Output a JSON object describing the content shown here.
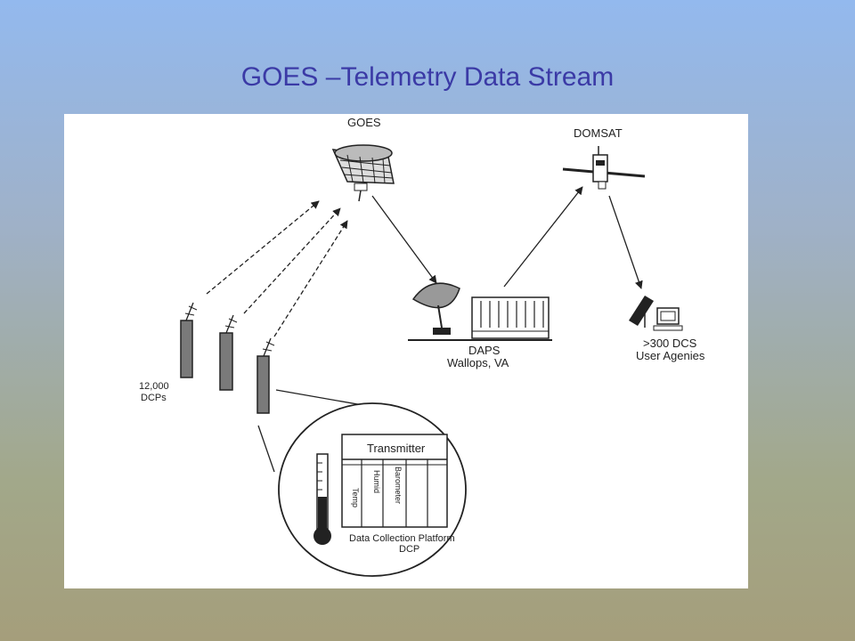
{
  "slide": {
    "title": "GOES –Telemetry Data Stream"
  },
  "diagram": {
    "goes_label": "GOES",
    "domsat_label": "DOMSAT",
    "dcp_count_line1": "12,000",
    "dcp_count_line2": "DCPs",
    "daps_line1": "DAPS",
    "daps_line2": "Wallops, VA",
    "users_line1": ">300 DCS",
    "users_line2": "User Agenies",
    "transmitter_label": "Transmitter",
    "sensors": [
      "Temp",
      "Humid",
      "Barometer"
    ],
    "platform_line1": "Data Collection Platform",
    "platform_line2": "DCP"
  },
  "colors": {
    "title": "#3b3aa6",
    "panel": "#ffffff",
    "ink": "#222222",
    "dcp_fill": "#7a7a7a"
  }
}
